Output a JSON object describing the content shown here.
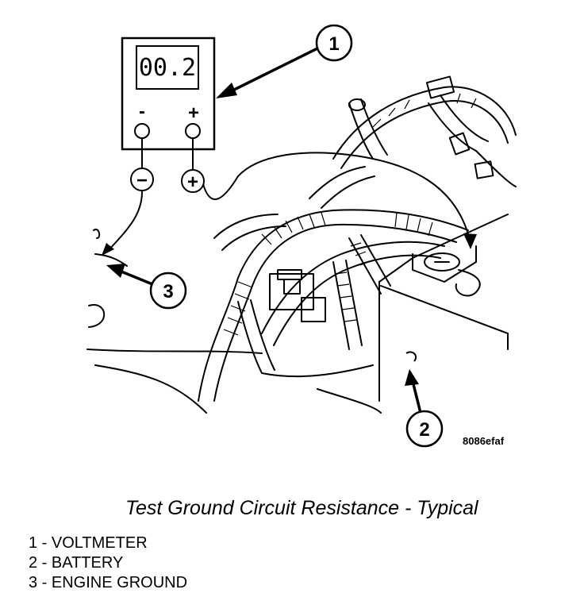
{
  "meter": {
    "reading": "00.2",
    "negative_sign": "-",
    "positive_sign": "+",
    "negative_lead_symbol": "−",
    "positive_lead_symbol": "+"
  },
  "callouts": [
    {
      "number": "1"
    },
    {
      "number": "2"
    },
    {
      "number": "3"
    }
  ],
  "figure_code": "8086efaf",
  "caption": "Test Ground Circuit Resistance - Typical",
  "legend": [
    {
      "text": "1 - VOLTMETER"
    },
    {
      "text": "2 - BATTERY"
    },
    {
      "text": "3 - ENGINE GROUND"
    }
  ]
}
